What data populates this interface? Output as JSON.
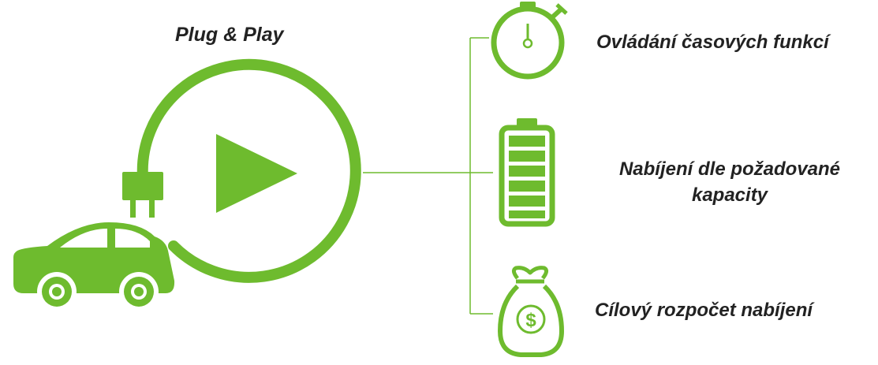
{
  "diagram": {
    "title": "Plug & Play",
    "accent_color": "#6ebb2e",
    "center_icon": "play-icon",
    "features": [
      {
        "label": "Ovládání časových funkcí",
        "icon": "stopwatch-icon"
      },
      {
        "label": "Nabíjení dle požadované kapacity",
        "icon": "battery-icon",
        "level": 1.0
      },
      {
        "label": "Cílový rozpočet nabíjení",
        "icon": "money-bag-icon"
      }
    ],
    "icons": {
      "car": "car-icon",
      "plug": "plug-icon",
      "cable": "cable-icon",
      "currency_symbol": "$"
    }
  }
}
